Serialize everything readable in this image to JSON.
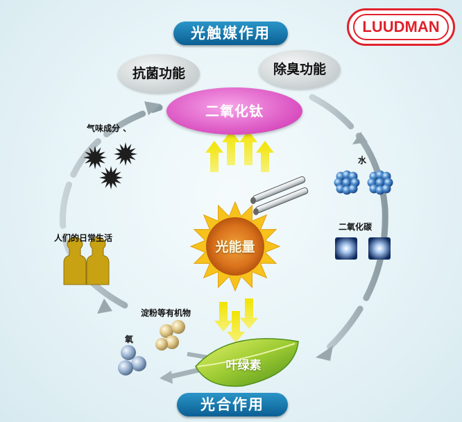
{
  "top_title": "光触媒作用",
  "bottom_title": "光合作用",
  "logo_text": "LUUDMAN",
  "antibacterial": "抗菌功能",
  "deodorize": "除臭功能",
  "titanium_dioxide": "二氧化钛",
  "odor_components": "气味成分 、",
  "water": "水",
  "carbon_dioxide": "二氧化碳",
  "light_energy": "光能量",
  "human_life": "人们的日常生活",
  "starch": "淀粉等有机物",
  "oxygen": "氧",
  "chlorophyll": "叶绿素",
  "colors": {
    "title_blue": "#0b5f93",
    "tio2_pink": "#d94fc0",
    "leaf_green": "#7cb82f",
    "sun_yellow": "#f7c21b",
    "logo_red": "#e0212b"
  }
}
